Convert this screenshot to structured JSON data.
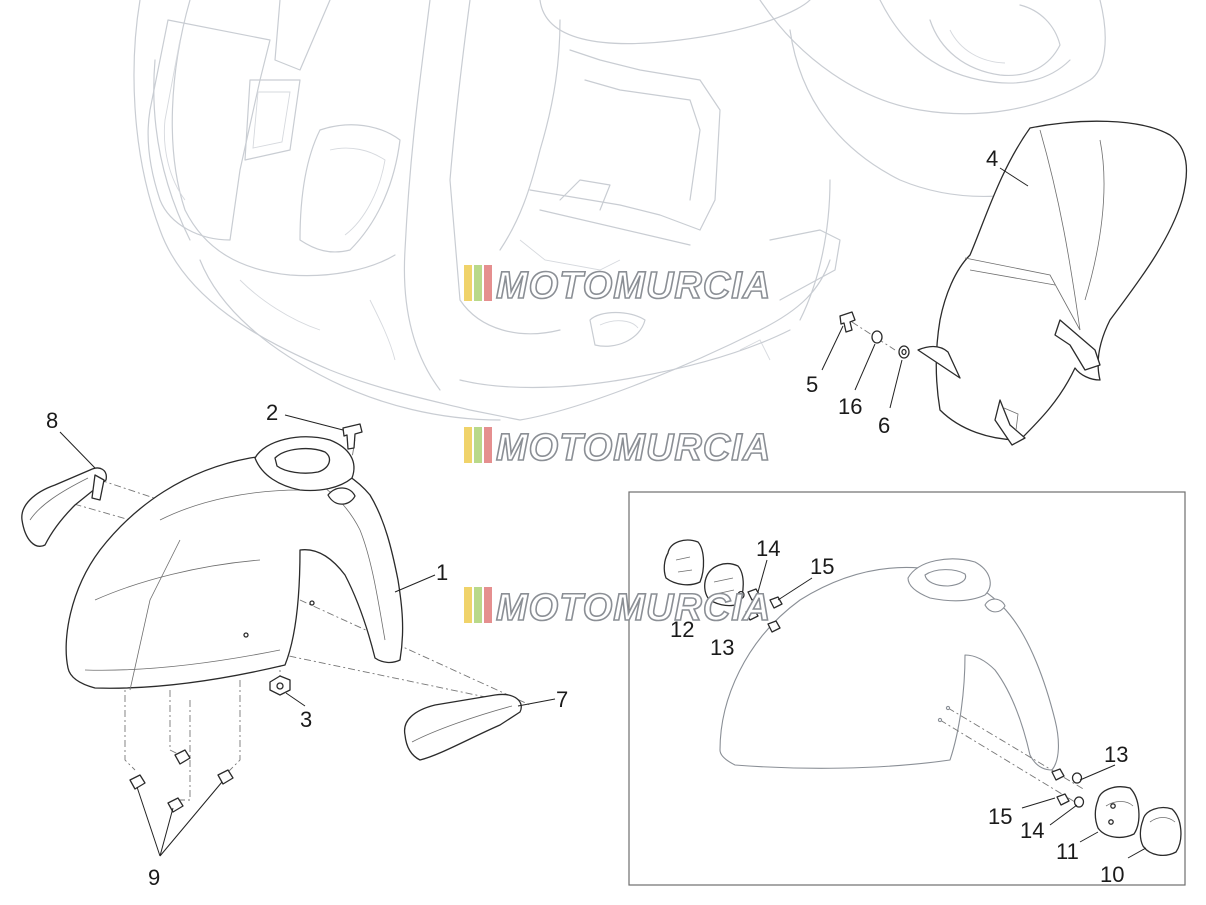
{
  "watermark": {
    "text": "MOTOMURCIA",
    "stripe_colors": [
      "#f0d36a",
      "#b9d98a",
      "#e58f8f"
    ]
  },
  "callouts": {
    "c1": "1",
    "c2": "2",
    "c3": "3",
    "c4": "4",
    "c5": "5",
    "c6": "6",
    "c7": "7",
    "c8": "8",
    "c9": "9",
    "c10": "10",
    "c11": "11",
    "c12": "12",
    "c13a": "13",
    "c13b": "13",
    "c14a": "14",
    "c14b": "14",
    "c15a": "15",
    "c15b": "15",
    "c16": "16"
  },
  "colors": {
    "ghost_line": "#c9cdd3",
    "part_line": "#2b2b2b",
    "inset_border": "#6f6f6f"
  }
}
